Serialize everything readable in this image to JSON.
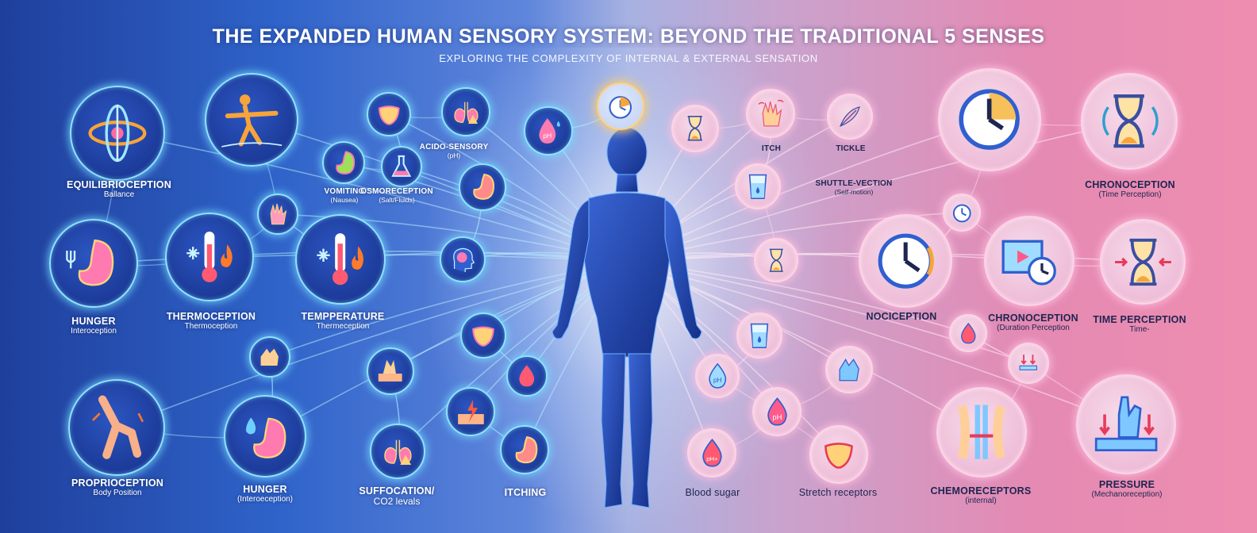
{
  "header": {
    "title": "THE EXPANDED HUMAN SENSORY SYSTEM: BEYOND THE TRADITIONAL 5 SENSES",
    "subtitle": "EXPLORING THE COMPLEXITY OF INTERNAL & EXTERNAL SENSATION"
  },
  "labels": {
    "equilibrioception": {
      "main": "EQUILIBRIOCEPTION",
      "sub": "Ballance"
    },
    "hunger_left": {
      "main": "HUNGER",
      "sub": "Interoception"
    },
    "proprioception": {
      "main": "PROPRIOCEPTION",
      "sub": "Body Position"
    },
    "thermoception": {
      "main": "THERMOCEPTION",
      "sub": "Thermoception"
    },
    "temperature": {
      "main": "TEMPPERATURE",
      "sub": "Thermeception"
    },
    "hunger_bottom": {
      "main": "HUNGER",
      "sub": "(Interoeception)"
    },
    "vomiting": {
      "main": "VOMITING",
      "sub": "(Nausea)"
    },
    "osmoreception": {
      "main": "OSMORECEPTION",
      "sub": "(Salt/Fluids)"
    },
    "acido_sensory": {
      "main": "ACIDO-SENSORY",
      "sub": "(pH)"
    },
    "suffocation": {
      "main": "SUFFOCATION/",
      "sub": "CO2 levals"
    },
    "itching": {
      "main": "ITCHING",
      "sub": ""
    },
    "blood_sugar": {
      "main": "Blood sugar",
      "sub": ""
    },
    "stretch_receptors": {
      "main": "Stretch receptors",
      "sub": ""
    },
    "itch": {
      "main": "ITCH",
      "sub": ""
    },
    "tickle": {
      "main": "TICKLE",
      "sub": ""
    },
    "shuttle_vection": {
      "main": "SHUTTLE-VECTION",
      "sub": "(Self-motion)"
    },
    "nociception": {
      "main": "NOCICEPTION",
      "sub": ""
    },
    "chronoception_duration": {
      "main": "CHRONOCEPTION",
      "sub": "(Duration Perception"
    },
    "chemoreceptors": {
      "main": "CHEMORECEPTORS",
      "sub": "(internal)"
    },
    "chronoception_right": {
      "main": "CHRONOCEPTION",
      "sub": "(Time Perception)"
    },
    "time_perception": {
      "main": "TIME PERCEPTION",
      "sub": "Time-"
    },
    "pressure": {
      "main": "PRESSURE",
      "sub": "(Mechanoreception)"
    }
  },
  "icon_text": {
    "ph": "pH",
    "ph_plus": "pH+"
  },
  "colors": {
    "blue_node": "#1c3a98",
    "blue_ring": "#8fe2ff",
    "pink_node": "#eebad6",
    "pink_ring": "#ffd3e6",
    "human": "#1a3fb0",
    "accent_orange": "#f7a43a"
  }
}
